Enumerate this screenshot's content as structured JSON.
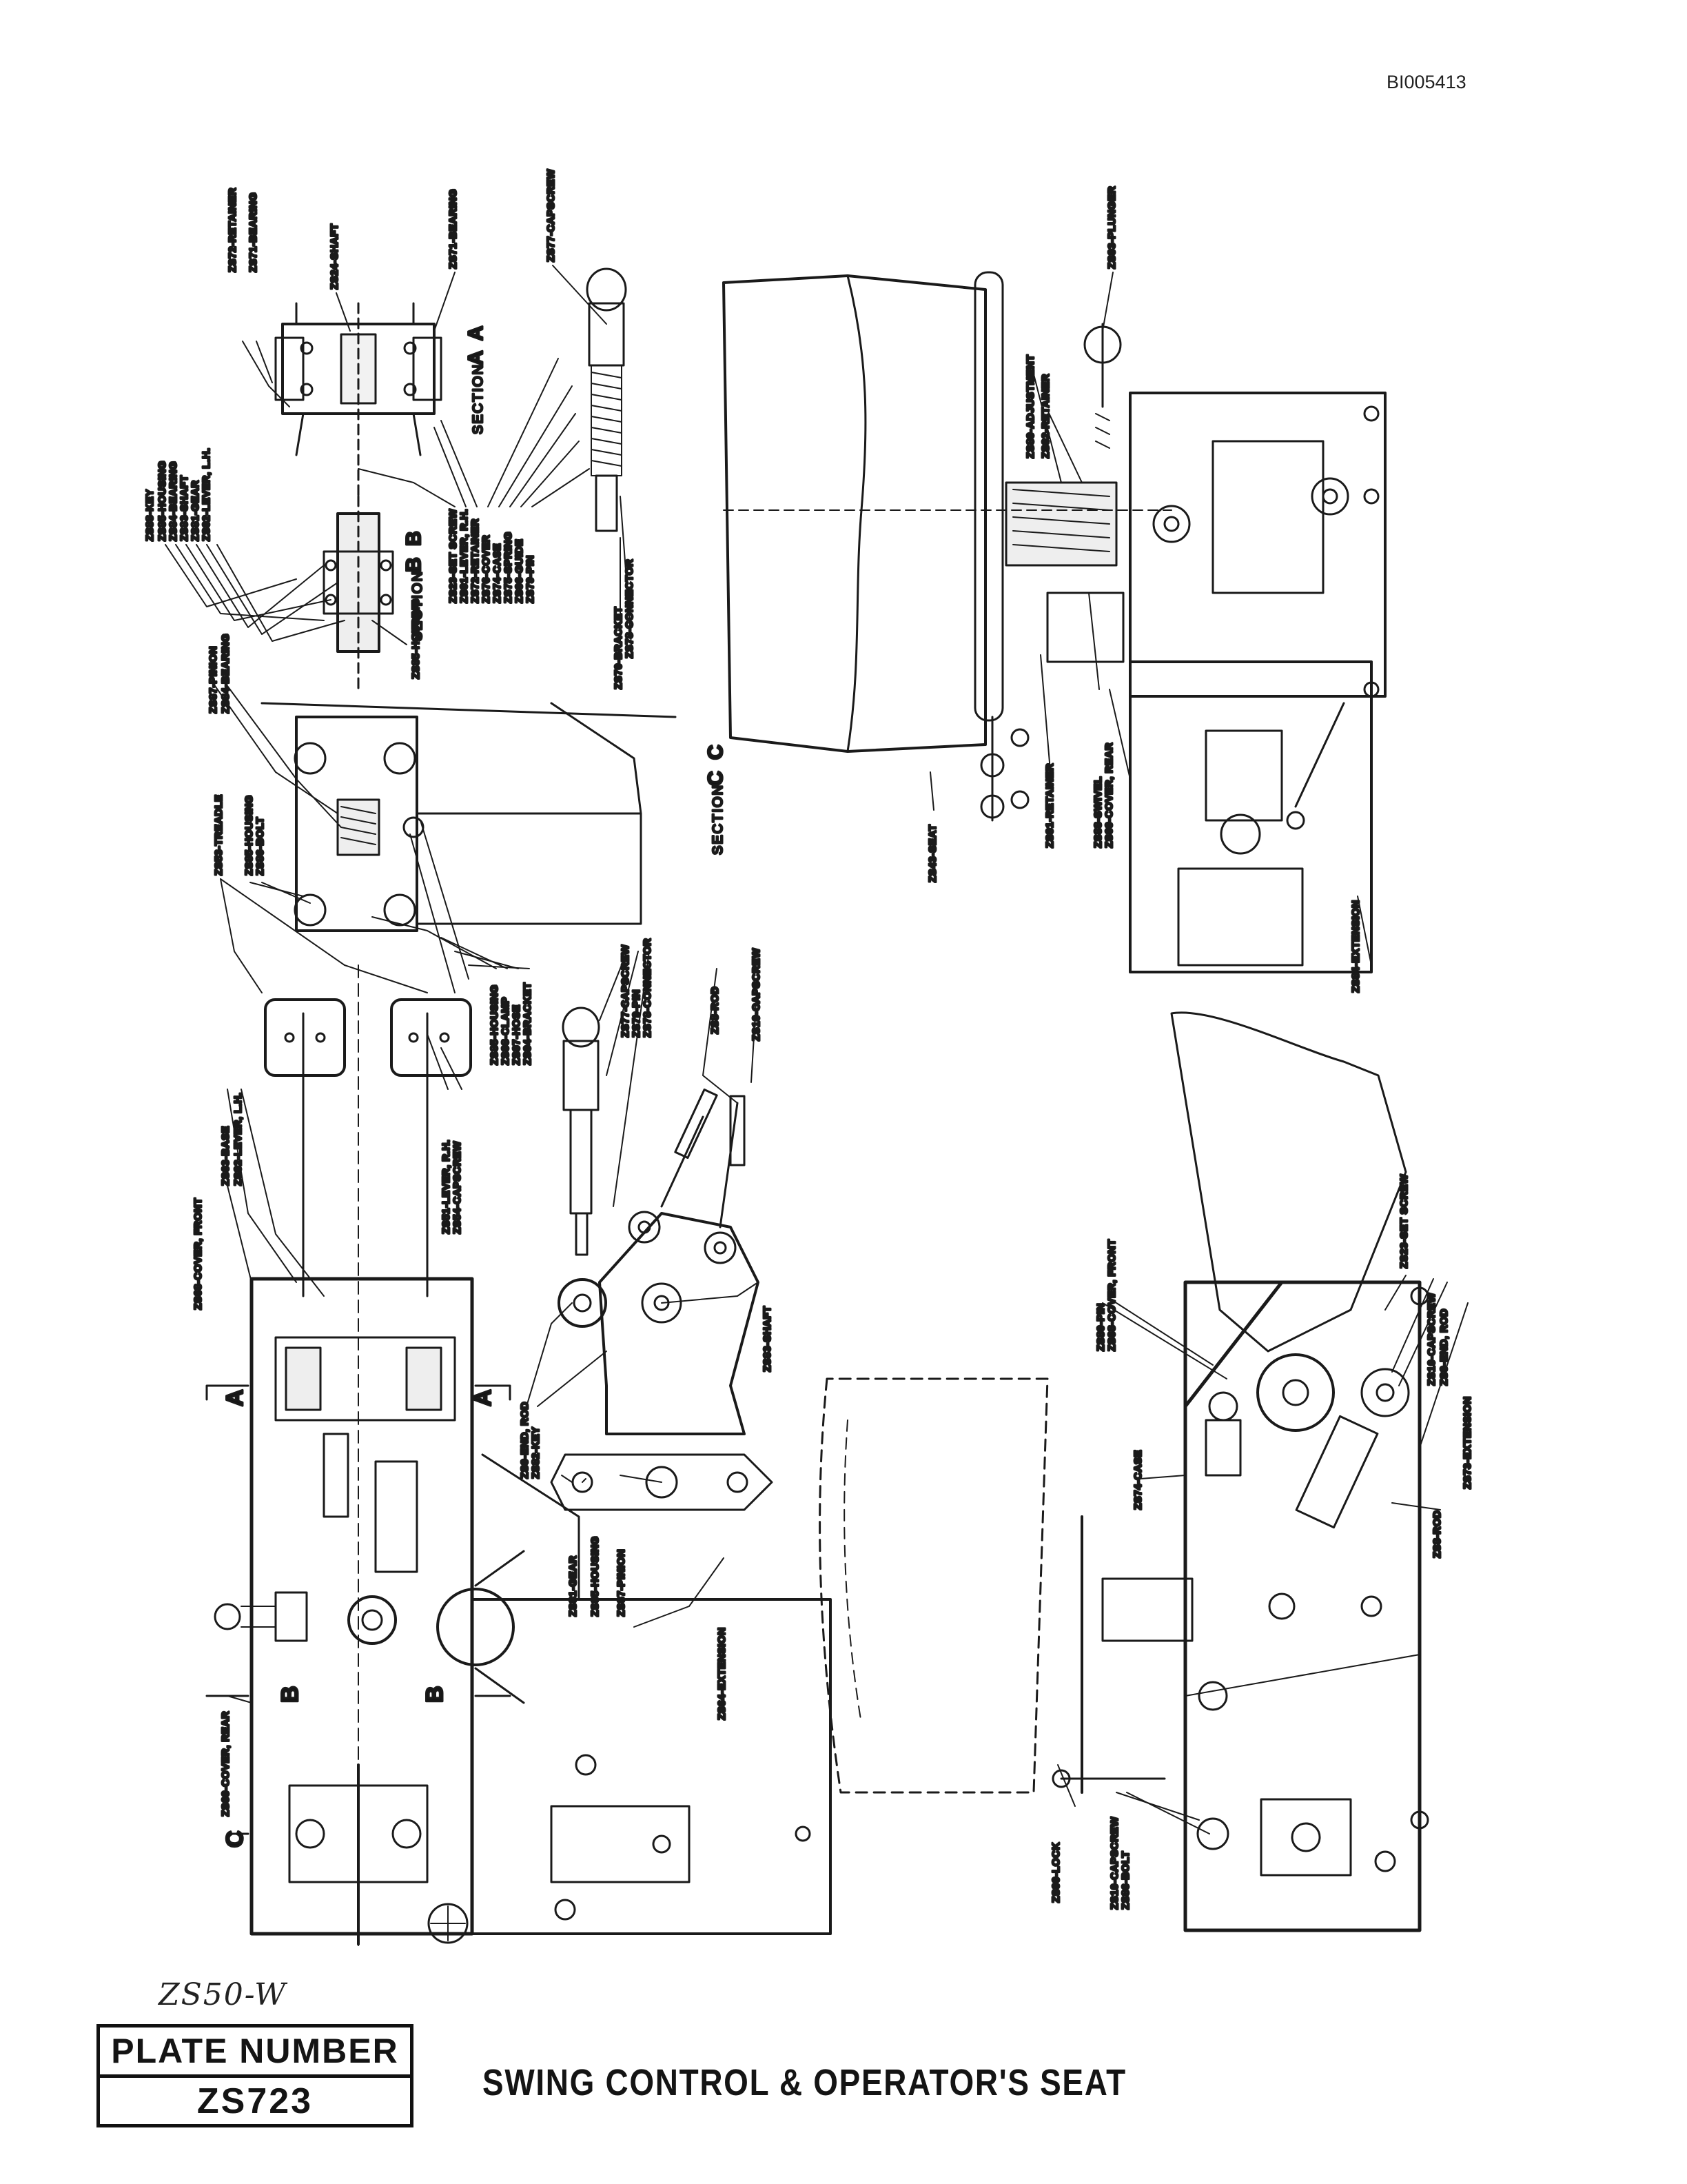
{
  "document_id": "BI005413",
  "handwritten_note": "ZS50-W",
  "plate": {
    "label": "PLATE NUMBER",
    "number": "ZS723"
  },
  "title": "SWING CONTROL & OPERATOR'S SEAT",
  "sections": {
    "aa": "SECTION",
    "aa_letters": "A A",
    "bb": "SECTION",
    "bb_letters": "B B",
    "cc": "SECTION",
    "cc_letters": "C C"
  },
  "section_marks": {
    "a": "A",
    "b": "B",
    "c": "C"
  },
  "callouts": {
    "retainer_572": "ZS72-RETAINER",
    "bearing_571": "ZS71-BEARING",
    "shaft_524": "ZS24-SHAFT",
    "bearing_571_r": "ZS71-BEARING",
    "capscrew_577_top": "ZS77-CAPSCREW",
    "plunger_593": "ZS93-PLUNGER",
    "key_588": "ZS88-KEY",
    "housing_585_bb": "ZS85-HOUSING",
    "bearing_584": "ZS84-BEARING",
    "shaft_583": "ZS83-SHAFT",
    "gear_581": "ZS81-GEAR",
    "lever_lh_592": "ZS92-LEVER, L.H.",
    "set_screw_523": "ZS23-SET SCREW",
    "lever_rh_591": "ZS91-LEVER, R.H.",
    "retainer_572_b": "ZS72-RETAINER",
    "cover_576": "ZS76-COVER",
    "case_574": "ZS74-CASE",
    "spring_575": "ZS75-SPRING",
    "guide_596": "ZS96-GUIDE",
    "pin_579": "ZS79-PIN",
    "housing_585_sec": "ZS85-HOUSING",
    "bracket_570": "ZS70-BRACKET",
    "connector_578": "ZS78-CONNECTOR",
    "adjustment_589": "ZS89-ADJUSTMENT",
    "retainer_592": "ZS92-RETAINER",
    "pinion_587": "ZS87-PINION",
    "bearing_584_b": "ZS84-BEARING",
    "treadle_553": "ZS53-TREADLE",
    "housing_585": "ZS85-HOUSING",
    "bolt_586": "ZS86-BOLT",
    "seat_543": "ZS43-SEAT",
    "retainer_591": "ZS91-RETAINER",
    "swivel_588": "ZS88-SWIVEL",
    "cover_rear_569": "ZS69-COVER, REAR",
    "extension_584": "ZS84-EXTENSION",
    "housing_585_c": "ZS85-HOUSING",
    "clamp_598": "ZS98-CLAMP",
    "hose_597": "ZS97-HOSE",
    "bracket_594": "ZS94-BRACKET",
    "capscrew_577": "ZS77-CAPSCREW",
    "pin_579_b": "ZS79-PIN",
    "connector_578_b": "ZS78-CONNECTOR",
    "rod_58": "ZS8-ROD",
    "capscrew_510": "ZS10-CAPSCREW",
    "base_563": "ZS63-BASE",
    "lever_lh_592_b": "ZS92-LEVER, L.H.",
    "lever_rh_551": "ZS51-LEVER, R.H.",
    "capscrew_554": "ZS54-CAPSCREW",
    "cover_front_568": "ZS68-COVER, FRONT",
    "shaft_583_b": "ZS83-SHAFT",
    "end_rod_59": "ZS9-END, ROD",
    "key_582": "ZS82-KEY",
    "gear_581_b": "ZS81-GEAR",
    "housing_585_d": "ZS85-HOUSING",
    "pinion_587_b": "ZS87-PINION",
    "pin_580": "ZS80-PIN",
    "cover_front_568_b": "ZS68-COVER, FRONT",
    "set_screw_523_b": "ZS23-SET SCREW",
    "capscrew_510_b": "ZS10-CAPSCREW",
    "end_rod_59_b": "ZS9-END, ROD",
    "extension_573": "ZS73-EXTENSION",
    "case_574_b": "ZS74-CASE",
    "rod_58_b": "ZS8-ROD",
    "extension_564": "ZS64-EXTENSION",
    "cover_rear_569_b": "ZS69-COVER, REAR",
    "lock_590": "ZS90-LOCK",
    "capscrew_510_c": "ZS10-CAPSCREW",
    "bolt_586_b": "ZS86-BOLT"
  }
}
